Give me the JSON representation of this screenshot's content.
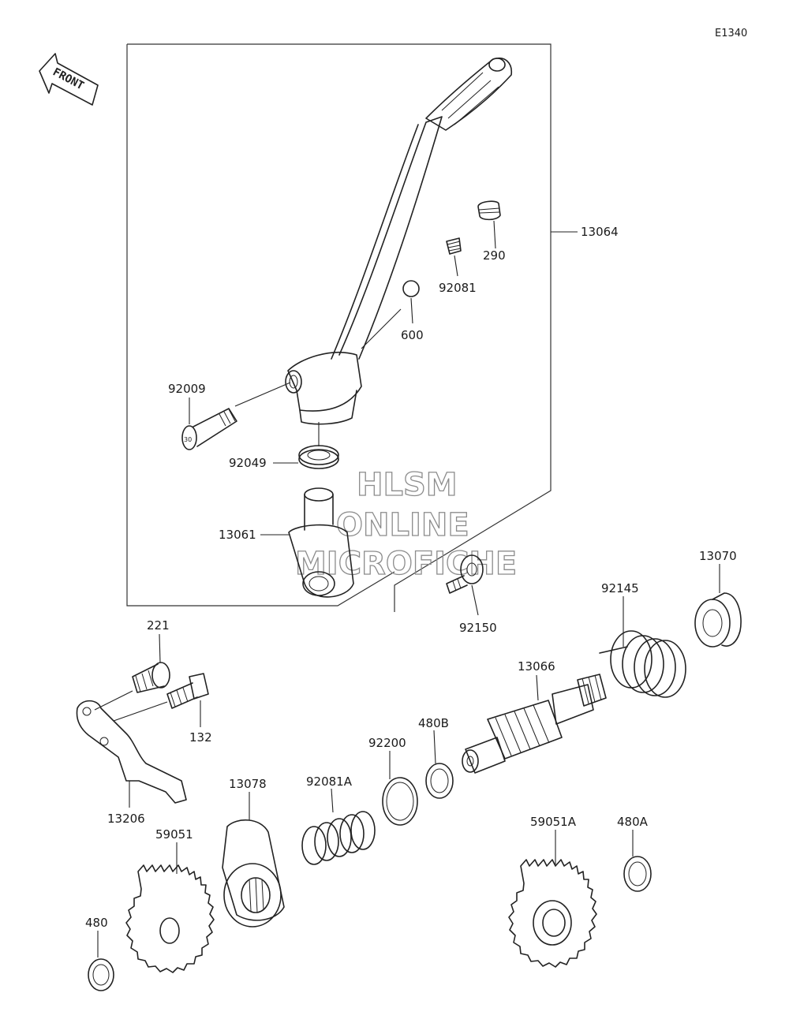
{
  "diagram_code": "E1340",
  "front_label": "FRONT",
  "watermark": [
    "HLSM",
    "ONLINE",
    "MICROFICHE"
  ],
  "parts": {
    "p13064": "13064",
    "p290": "290",
    "p92081": "92081",
    "p600": "600",
    "p92009": "92009",
    "p92049": "92049",
    "p13061": "13061",
    "p92150": "92150",
    "p13070": "13070",
    "p92145": "92145",
    "p221": "221",
    "p132": "132",
    "p13066": "13066",
    "p480B": "480B",
    "p92200": "92200",
    "p92081A": "92081A",
    "p13078": "13078",
    "p13206": "13206",
    "p59051": "59051",
    "p59051A": "59051A",
    "p480A": "480A",
    "p480": "480"
  }
}
